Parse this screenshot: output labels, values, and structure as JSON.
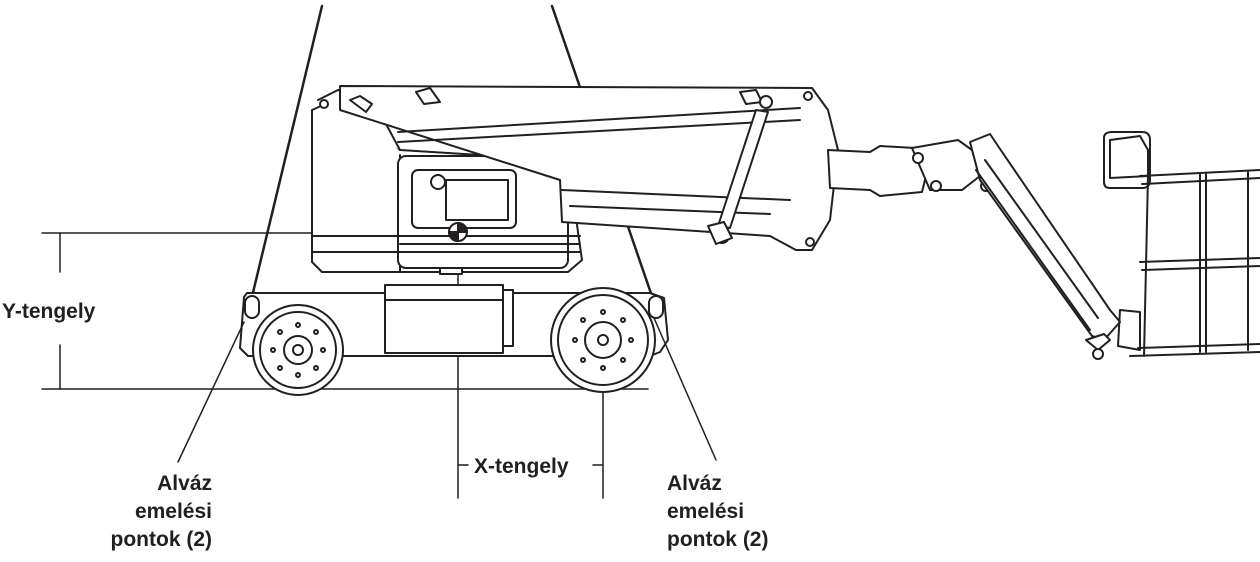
{
  "labels": {
    "y_axis": "Y-tengely",
    "x_axis": "X-tengely",
    "left_lift_points": [
      "Alváz",
      "emelési",
      "pontok (2)"
    ],
    "right_lift_points": [
      "Alváz",
      "emelési",
      "pontok (2)"
    ]
  },
  "colors": {
    "line": "#231f20",
    "background": "#ffffff",
    "machine_fill": "#ffffff"
  }
}
